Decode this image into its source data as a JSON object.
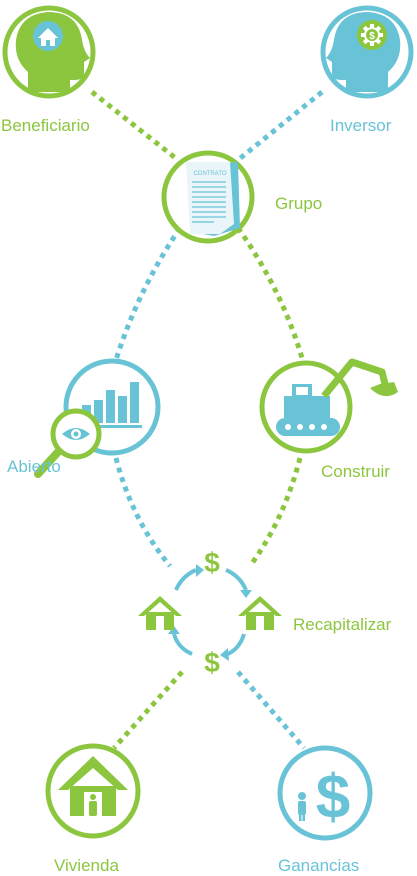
{
  "labels": {
    "beneficiario": "Beneficiario",
    "inversor": "Inversor",
    "grupo": "Grupo",
    "contrato": "CONTRATO",
    "abierto": "Abierto",
    "construir": "Construir",
    "recapitalizar": "Recapitalizar",
    "dollar_top": "$",
    "dollar_bottom": "$",
    "vivienda": "Vivienda",
    "ganancias": "Ganancias",
    "ganancias_symbol": "$"
  },
  "colors": {
    "green": "#8cc63f",
    "blue": "#69c3d6",
    "white": "#ffffff"
  },
  "icons": [
    "head-house-icon",
    "head-gear-icon",
    "contract-document-icon",
    "bar-chart-icon",
    "magnifier-eye-icon",
    "excavator-icon",
    "dollar-icon",
    "house-icon",
    "cycle-arrow-icon",
    "house-person-icon",
    "dollar-person-icon"
  ]
}
